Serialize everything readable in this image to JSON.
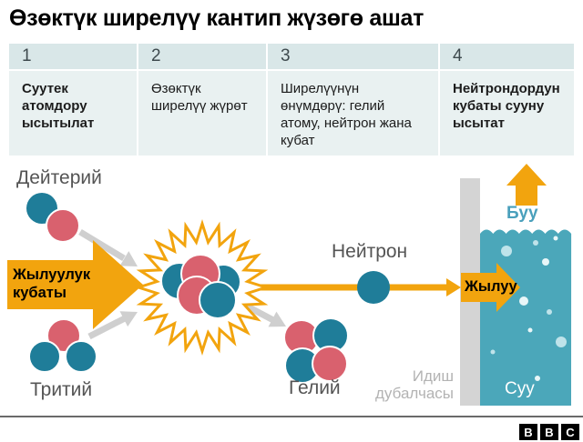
{
  "title": "Өзөктүк ширелүү кантип жүзөгө ашат",
  "steps": [
    {
      "number": "1",
      "text": "Суутек атомдору ысытылат"
    },
    {
      "number": "2",
      "text": "Өзөктүк ширелүү жүрөт"
    },
    {
      "number": "3",
      "text": "Ширелүүнүн өнүмдөрү: гелий атому, нейтрон жана кубат"
    },
    {
      "number": "4",
      "text": "Нейтрондордун кубаты сууну ысытат"
    }
  ],
  "diagram": {
    "labels": {
      "deuterium": "Дейтерий",
      "tritium": "Тритий",
      "neutron": "Нейтрон",
      "helium": "Гелий",
      "heat_energy": "Жылуулук кубаты",
      "heat": "Жылуу",
      "steam": "Буу",
      "water": "Суу",
      "vessel_wall": "Идиш дубалчасы"
    },
    "colors": {
      "teal": "#1f7d99",
      "pink": "#d9616e",
      "orange": "#f2a40e",
      "water": "#4ba7ba",
      "wall": "#d4d4d4",
      "arrow-gray": "#cfcfcf",
      "table-header-bg": "#d9e7e8",
      "table-body-bg": "#e9f1f1",
      "steam-text": "#4aa0bc",
      "bubble": "#bfe3ea"
    }
  },
  "footer": {
    "logo_letters": [
      "B",
      "B",
      "C"
    ]
  }
}
